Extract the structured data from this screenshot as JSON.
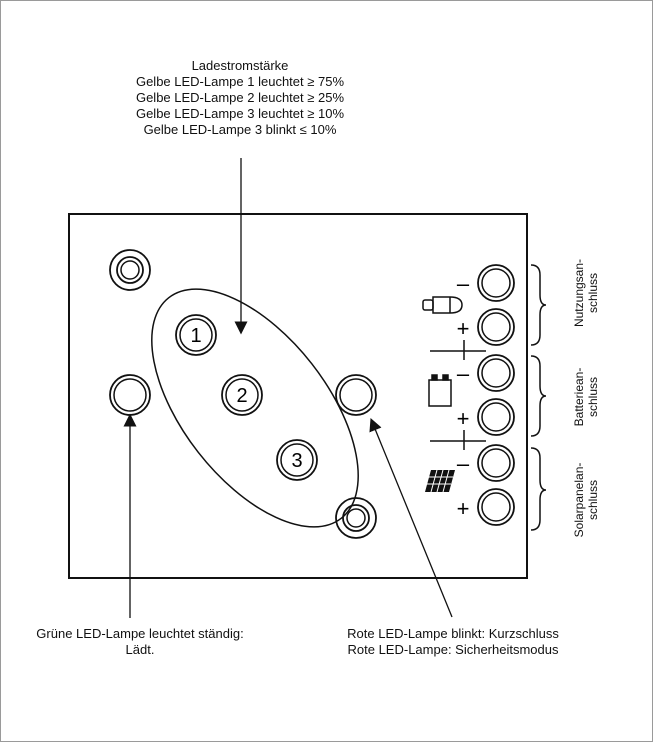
{
  "top_label": {
    "title": "Ladestromstärke",
    "lines": [
      "Gelbe LED-Lampe 1 leuchtet ≥ 75%",
      "Gelbe LED-Lampe 2 leuchtet ≥ 25%",
      "Gelbe LED-Lampe 3 leuchtet ≥ 10%",
      "Gelbe LED-Lampe 3 blinkt ≤ 10%"
    ]
  },
  "leds": {
    "one": "1",
    "two": "2",
    "three": "3"
  },
  "terminal_signs": {
    "usage_minus": "–",
    "usage_plus": "+",
    "battery_minus": "–",
    "battery_plus": "+",
    "solar_minus": "–",
    "solar_plus": "+"
  },
  "connector_labels": {
    "usage": [
      "Nutzungsan-",
      "schluss"
    ],
    "battery": [
      "Batteriean-",
      "schluss"
    ],
    "solar": [
      "Solarpanelan-",
      "schluss"
    ]
  },
  "green_label": [
    "Grüne LED-Lampe leuchtet ständig:",
    "Lädt."
  ],
  "red_label": [
    "Rote LED-Lampe blinkt: Kurzschluss",
    "Rote LED-Lampe: Sicherheitsmodus"
  ],
  "colors": {
    "stroke": "#111111",
    "frame": "#9a9a9a",
    "background": "#ffffff"
  },
  "icons": [
    "lamp-icon",
    "battery-icon",
    "solar-panel-icon"
  ]
}
